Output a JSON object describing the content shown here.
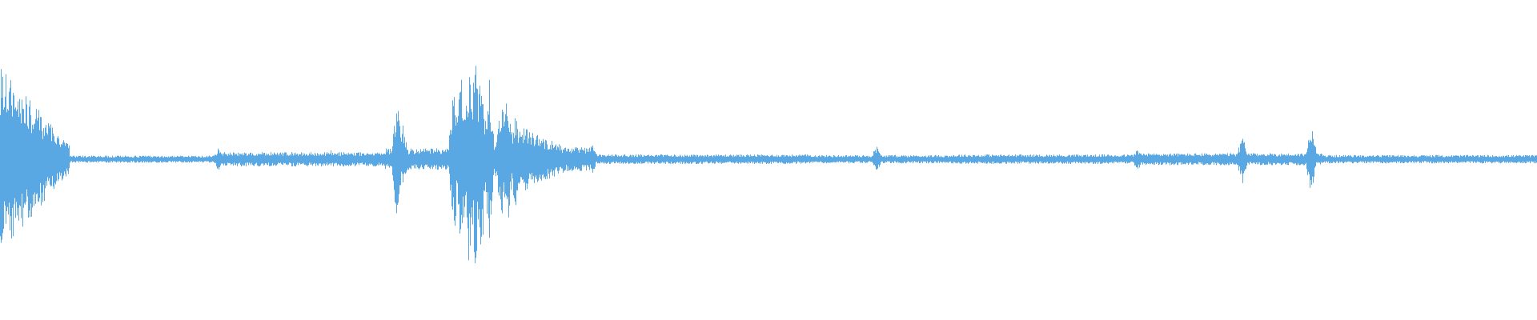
{
  "waveform": {
    "color": "#5aa8e3",
    "background": "#ffffff",
    "segments": [
      {
        "start": 0.0,
        "end": 0.045,
        "amp": 0.78,
        "decay": true
      },
      {
        "start": 0.045,
        "end": 0.14,
        "amp": 0.03
      },
      {
        "start": 0.14,
        "end": 0.25,
        "amp": 0.06
      },
      {
        "start": 0.25,
        "end": 0.295,
        "amp": 0.09
      },
      {
        "start": 0.295,
        "end": 0.385,
        "amp": 0.1,
        "burst": 0.27
      },
      {
        "start": 0.385,
        "end": 0.53,
        "amp": 0.04
      },
      {
        "start": 0.53,
        "end": 0.62,
        "amp": 0.035
      },
      {
        "start": 0.62,
        "end": 0.74,
        "amp": 0.04
      },
      {
        "start": 0.74,
        "end": 0.86,
        "amp": 0.05
      },
      {
        "start": 0.86,
        "end": 1.0,
        "amp": 0.035
      }
    ],
    "peaks": [
      {
        "pos": 0.002,
        "amp": 0.82
      },
      {
        "pos": 0.008,
        "amp": 0.7
      },
      {
        "pos": 0.015,
        "amp": 0.65
      },
      {
        "pos": 0.022,
        "amp": 0.55
      },
      {
        "pos": 0.03,
        "amp": 0.38
      },
      {
        "pos": 0.142,
        "amp": 0.1
      },
      {
        "pos": 0.17,
        "amp": 0.06
      },
      {
        "pos": 0.215,
        "amp": 0.08
      },
      {
        "pos": 0.258,
        "amp": 0.55
      },
      {
        "pos": 0.262,
        "amp": 0.3
      },
      {
        "pos": 0.295,
        "amp": 0.72
      },
      {
        "pos": 0.3,
        "amp": 0.85
      },
      {
        "pos": 0.305,
        "amp": 0.93
      },
      {
        "pos": 0.309,
        "amp": 0.98
      },
      {
        "pos": 0.313,
        "amp": 0.88
      },
      {
        "pos": 0.318,
        "amp": 0.7
      },
      {
        "pos": 0.326,
        "amp": 0.55
      },
      {
        "pos": 0.33,
        "amp": 0.6
      },
      {
        "pos": 0.335,
        "amp": 0.45
      },
      {
        "pos": 0.345,
        "amp": 0.18
      },
      {
        "pos": 0.385,
        "amp": 0.13
      },
      {
        "pos": 0.57,
        "amp": 0.12
      },
      {
        "pos": 0.74,
        "amp": 0.1
      },
      {
        "pos": 0.808,
        "amp": 0.22
      },
      {
        "pos": 0.853,
        "amp": 0.33
      }
    ]
  }
}
